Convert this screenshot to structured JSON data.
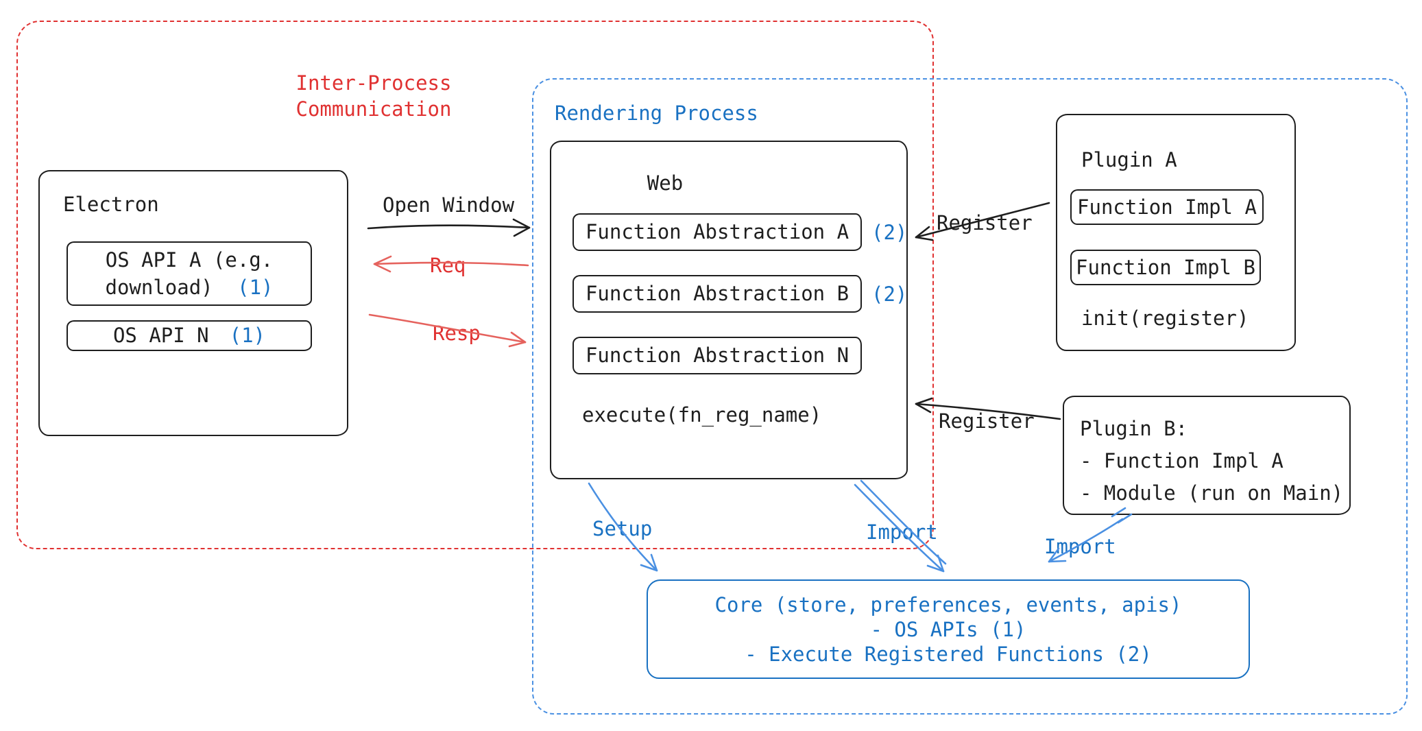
{
  "colors": {
    "red": "#e03131",
    "blue": "#1971c2",
    "black": "#1e1e1e",
    "dashed_blue": "#4a90e2"
  },
  "ipc": {
    "label_line1": "Inter-Process",
    "label_line2": "Communication"
  },
  "rendering_process": {
    "label": "Rendering Process"
  },
  "electron": {
    "title": "Electron",
    "os_api_a_line1": "OS API A (e.g.",
    "os_api_a_line2": "download)",
    "os_api_a_ref": "(1)",
    "os_api_n_label": "OS API N",
    "os_api_n_ref": "(1)"
  },
  "web": {
    "title": "Web",
    "fn_abstraction_a": "Function Abstraction A",
    "fn_abstraction_a_ref": "(2)",
    "fn_abstraction_b": "Function Abstraction B",
    "fn_abstraction_b_ref": "(2)",
    "fn_abstraction_n": "Function Abstraction N",
    "execute_label": "execute(fn_reg_name)"
  },
  "plugin_a": {
    "title": "Plugin A",
    "fn_impl_a": "Function Impl A",
    "fn_impl_b": "Function Impl B",
    "init_label": "init(register)"
  },
  "plugin_b": {
    "line1": "Plugin B:",
    "line2": "- Function Impl A",
    "line3": "- Module (run on Main)"
  },
  "core": {
    "line1": "Core (store, preferences, events, apis)",
    "line2": "- OS APIs (1)",
    "line3": "- Execute Registered Functions (2)"
  },
  "arrow_labels": {
    "open_window": "Open Window",
    "req": "Req",
    "resp": "Resp",
    "register_top": "Register",
    "register_bottom": "Register",
    "setup": "Setup",
    "import_web": "Import",
    "import_plugin_b": "Import"
  }
}
